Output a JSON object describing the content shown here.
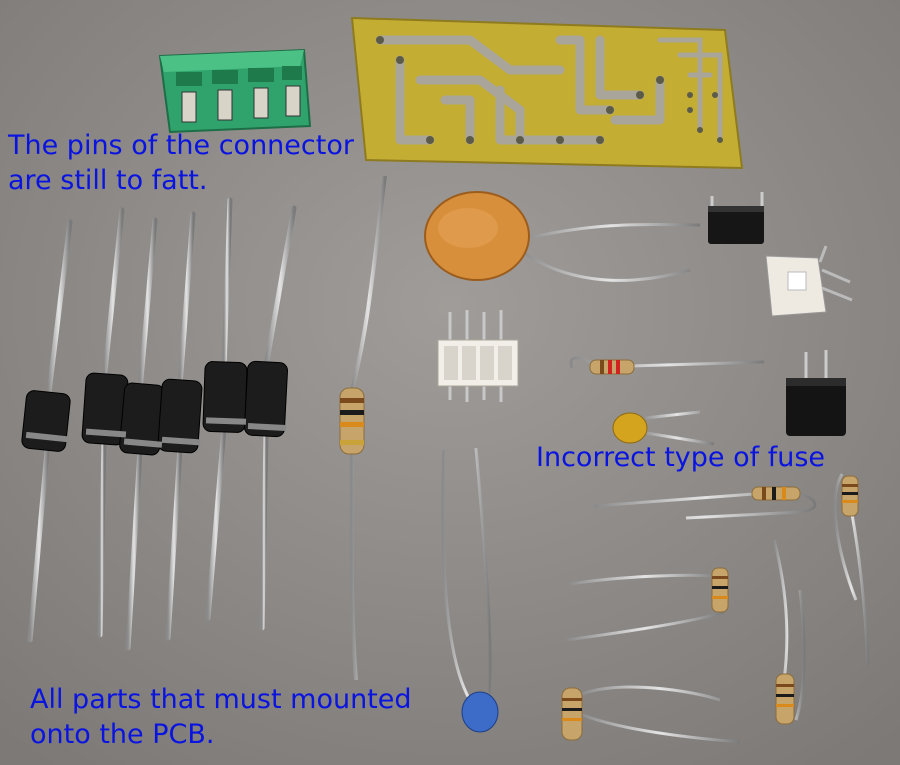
{
  "captions": {
    "connector": {
      "line1": "The pins of the connector",
      "line2": "are still to fatt."
    },
    "fuse": {
      "line1": "Incorrect type of fuse"
    },
    "parts": {
      "line1": "All parts that must mounted",
      "line2": "onto the PCB."
    }
  },
  "colors": {
    "caption_text": "#0a14e0",
    "background": "#8f8b88",
    "pcb": "#c9b23a",
    "terminal_block": "#2fa36b",
    "diode_body": "#1c1c1c",
    "disc_capacitor": "#d88f3c"
  }
}
